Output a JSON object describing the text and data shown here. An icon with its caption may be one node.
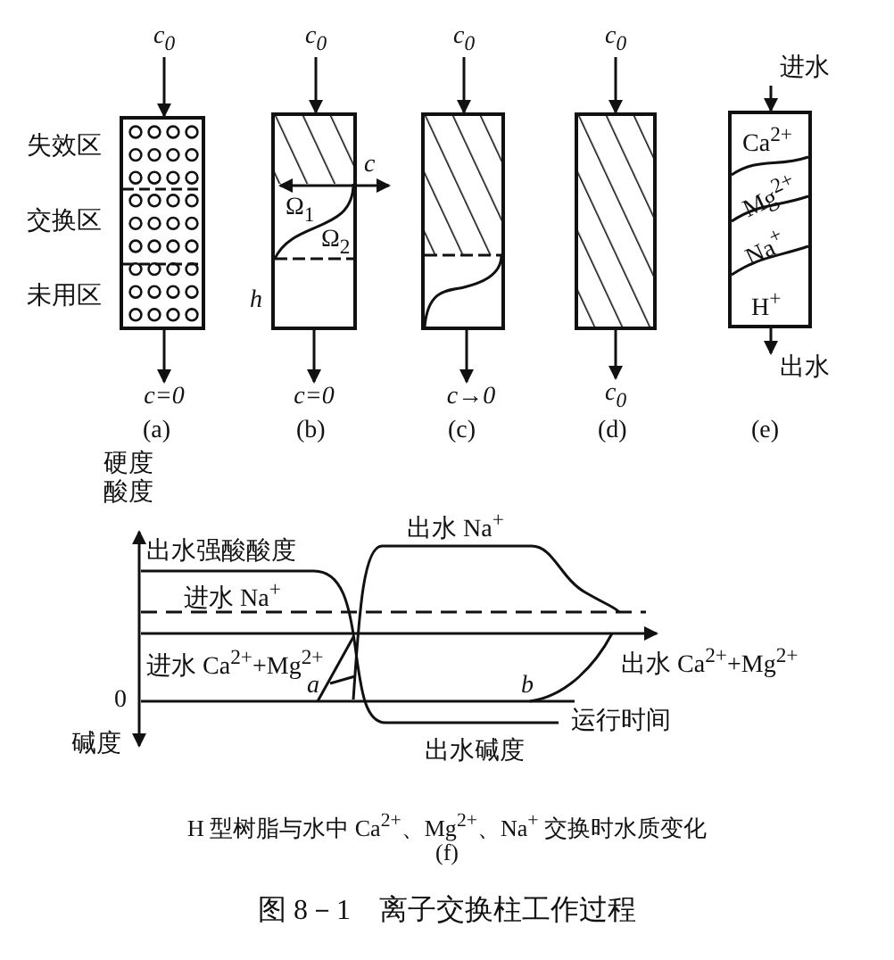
{
  "diagram": {
    "caption": "图 8－1　离子交换柱工作过程",
    "nodes": [
      {
        "text": [
          "c$_{0}$"
        ]
      },
      {
        "text": [],
        "shape": "box",
        "beside": [
          "失效区",
          "交换区",
          "未用区"
        ]
      },
      {
        "text": [
          "c=0"
        ]
      },
      {
        "text": [
          "c$_{0}$"
        ]
      },
      {
        "text": [
          "Ω$_{1}$",
          "Ω$_{2}$"
        ],
        "beside": [
          "c",
          "h"
        ]
      },
      {
        "text": [
          "c=0"
        ]
      },
      {
        "text": [
          "c$_{0}$"
        ]
      },
      {
        "text": [],
        "shape": "box"
      },
      {
        "text": [
          "c→0"
        ]
      },
      {
        "text": [
          "c$_{0}$"
        ]
      },
      {
        "text": [],
        "shape": "box"
      },
      {
        "text": [
          "c$_{0}$"
        ]
      },
      {
        "text": [
          "进水"
        ]
      },
      {
        "text": [
          "Ca$^{2+}$",
          "Mg$^{2+}$",
          "Na$^{+}$",
          "H$^{+}$"
        ]
      },
      {
        "text": [
          "出水"
        ]
      }
    ],
    "edges": [
      {
        "from": 0,
        "to": 1,
        "arrow": "to"
      },
      {
        "from": 1,
        "to": 2,
        "arrow": "to"
      },
      {
        "from": 3,
        "to": 4,
        "arrow": "to"
      },
      {
        "from": 4,
        "to": 5,
        "arrow": "to"
      },
      {
        "from": 6,
        "to": 7,
        "arrow": "to"
      },
      {
        "from": 7,
        "to": 8,
        "arrow": "to"
      },
      {
        "from": 9,
        "to": 10,
        "arrow": "to"
      },
      {
        "from": 10,
        "to": 11,
        "arrow": "to"
      },
      {
        "from": 12,
        "to": 13,
        "arrow": "to"
      },
      {
        "from": 13,
        "to": 14,
        "arrow": "to"
      }
    ],
    "labels": [
      "(a)",
      "(b)",
      "(c)",
      "(d)",
      "(e)",
      "硬度酸度",
      "出水强酸酸度",
      "进水 Na$^{+}$",
      "出水 Na$^{+}$",
      "进水 Ca$^{2+}$+Mg$^{2+}$",
      "出水 Ca$^{2+}$+Mg$^{2+}$",
      "a",
      "b",
      "0",
      "碱度",
      "运行时间",
      "出水碱度",
      "H 型树脂与水中 Ca$^{2+}$、Mg$^{2+}$、Na$^{+}$ 交换时水质变化",
      "(f)"
    ]
  }
}
